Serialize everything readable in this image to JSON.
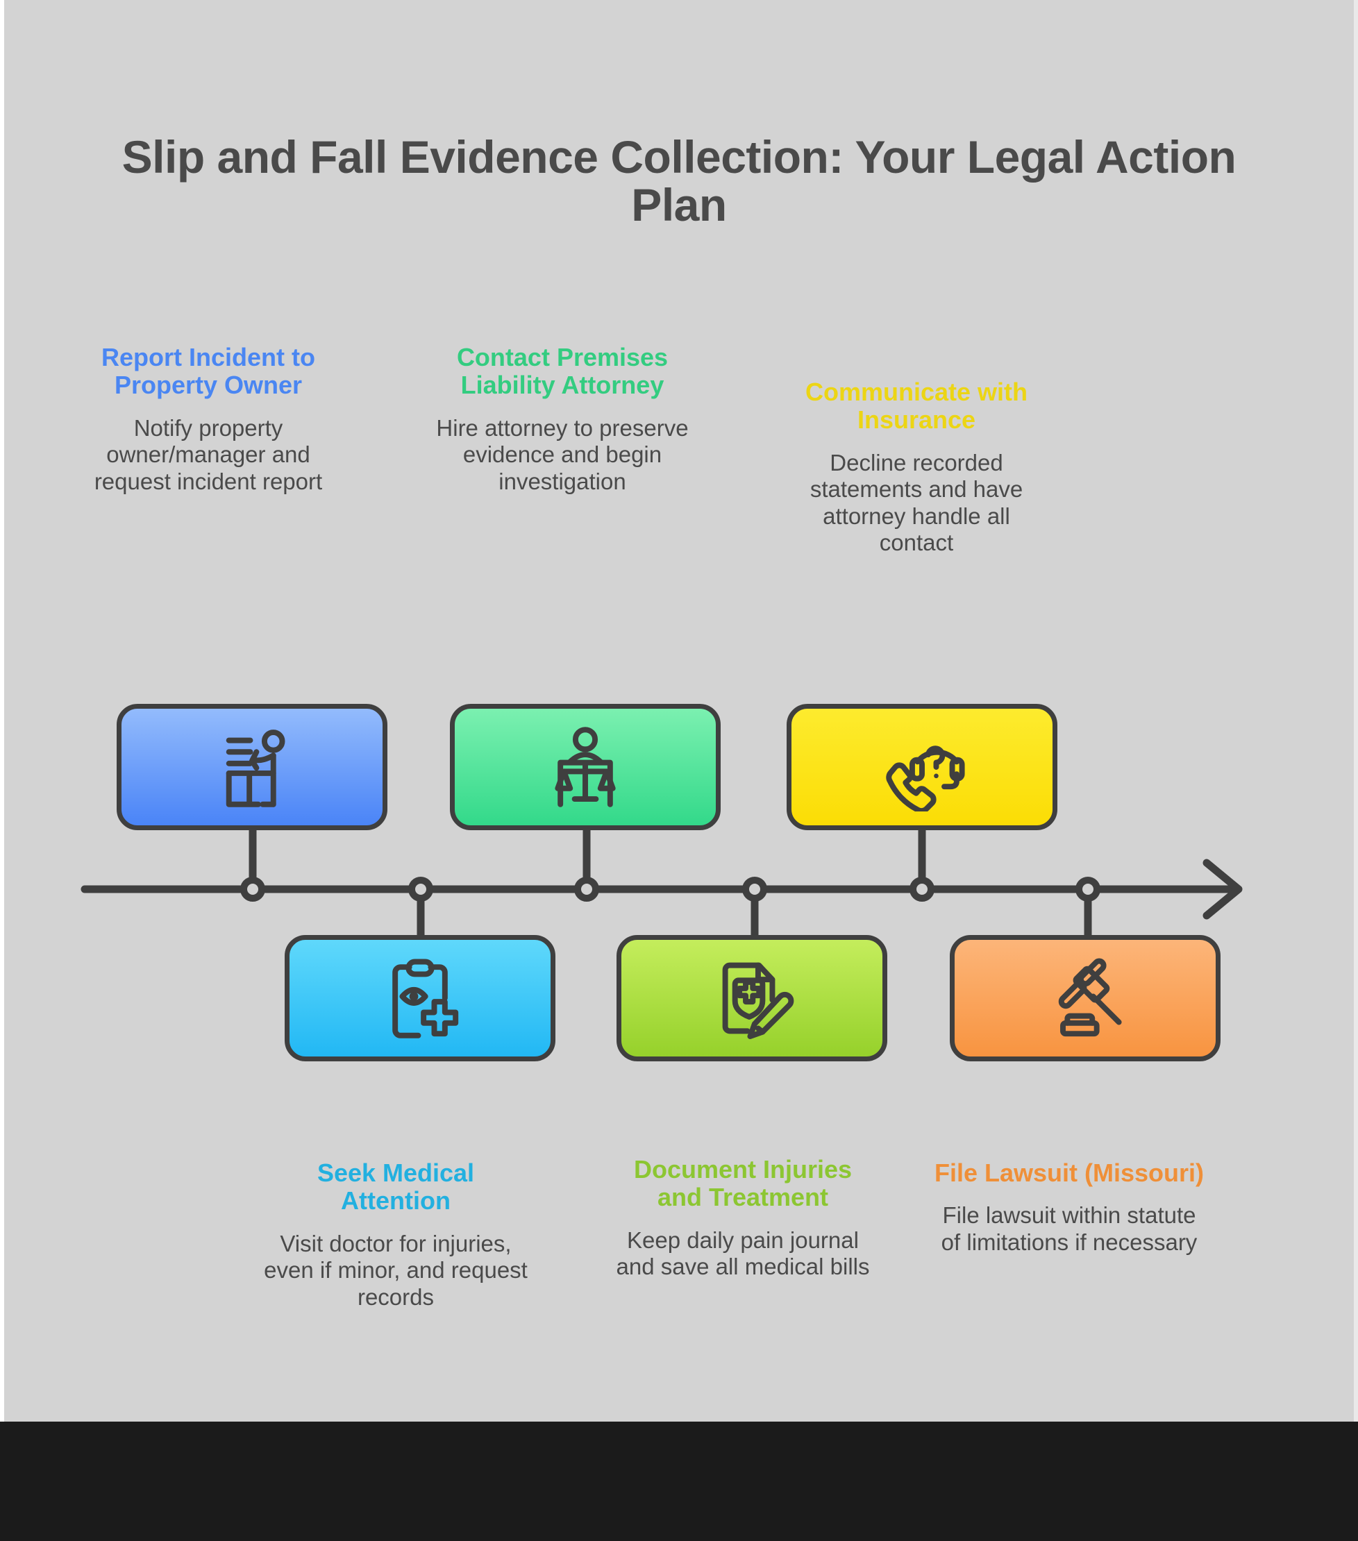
{
  "page": {
    "title": "Slip and Fall Evidence Collection: Your Legal Action Plan",
    "background_color": "#d3d3d3",
    "footer_bar_color": "#1b1b1b",
    "title_color": "#4a4a4a",
    "body_text_color": "#4a4a4a"
  },
  "timeline": {
    "axis_color": "#3f3f3f",
    "node_count": 6,
    "arrow_direction": "right",
    "arrow_icon": "arrow-right-icon"
  },
  "steps": [
    {
      "index": 1,
      "position": "top",
      "heading": "Report Incident to Property Owner",
      "description": "Notify property owner/manager and request incident report",
      "heading_color": "#4a86f2",
      "card_color_top": "#93bbfc",
      "card_color_bottom": "#4a84f7",
      "icon": "person-at-reception-desk-icon"
    },
    {
      "index": 2,
      "position": "top",
      "heading": "Contact Premises Liability Attorney",
      "description": "Hire attorney to preserve evidence and begin investigation",
      "heading_color": "#33cc80",
      "card_color_top": "#7bf0b0",
      "card_color_bottom": "#33d98a",
      "icon": "attorney-scales-of-justice-icon"
    },
    {
      "index": 3,
      "position": "top",
      "heading": "Communicate with Insurance",
      "description": "Decline recorded statements and have attorney handle all contact",
      "heading_color": "#ecd514",
      "card_color_top": "#fdeb2e",
      "card_color_bottom": "#fbdd05",
      "icon": "phone-headset-question-icon"
    },
    {
      "index": 4,
      "position": "bottom",
      "heading": "Seek Medical Attention",
      "description": "Visit doctor for injuries, even if minor, and request records",
      "heading_color": "#22b0e0",
      "card_color_top": "#5fd8fb",
      "card_color_bottom": "#22b8f4",
      "icon": "medical-clipboard-eye-cross-icon"
    },
    {
      "index": 5,
      "position": "bottom",
      "heading": "Document Injuries and Treatment",
      "description": "Keep daily pain journal and save all medical bills",
      "heading_color": "#8cc632",
      "card_color_top": "#c4ed5c",
      "card_color_bottom": "#96d12b",
      "icon": "medical-record-shield-pencil-icon"
    },
    {
      "index": 6,
      "position": "bottom",
      "heading": "File Lawsuit (Missouri)",
      "description": "File lawsuit within statute of limitations if necessary",
      "heading_color": "#ef8f38",
      "card_color_top": "#fcb579",
      "card_color_bottom": "#f89440",
      "icon": "gavel-icon"
    }
  ]
}
